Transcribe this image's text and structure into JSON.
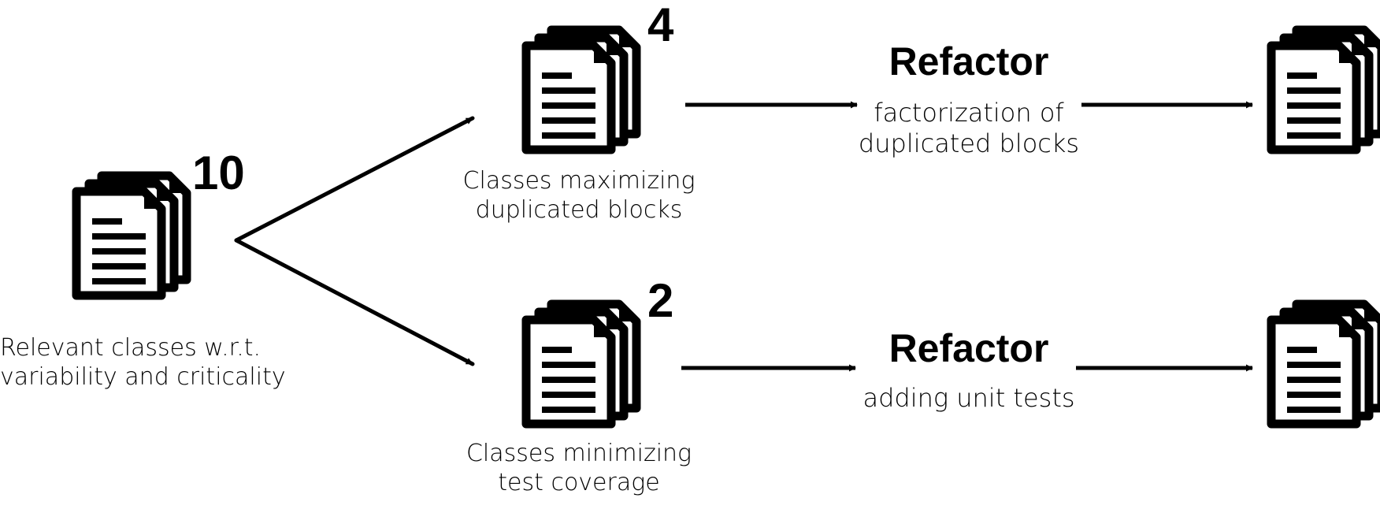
{
  "source": {
    "count": "10",
    "label_line1": "Relevant classes w.r.t.",
    "label_line2": "variability and criticality"
  },
  "branch_duplicated": {
    "count": "4",
    "label_line1": "Classes maximizing",
    "label_line2": "duplicated blocks",
    "refactor_title": "Refactor",
    "refactor_line1": "factorization of",
    "refactor_line2": "duplicated blocks"
  },
  "branch_coverage": {
    "count": "2",
    "label_line1": "Classes minimizing",
    "label_line2": "test coverage",
    "refactor_title": "Refactor",
    "refactor_line1": "adding unit tests"
  },
  "icons": {
    "document_stack": "documents-stack-icon"
  },
  "colors": {
    "ink": "#000000",
    "background": "#ffffff"
  }
}
